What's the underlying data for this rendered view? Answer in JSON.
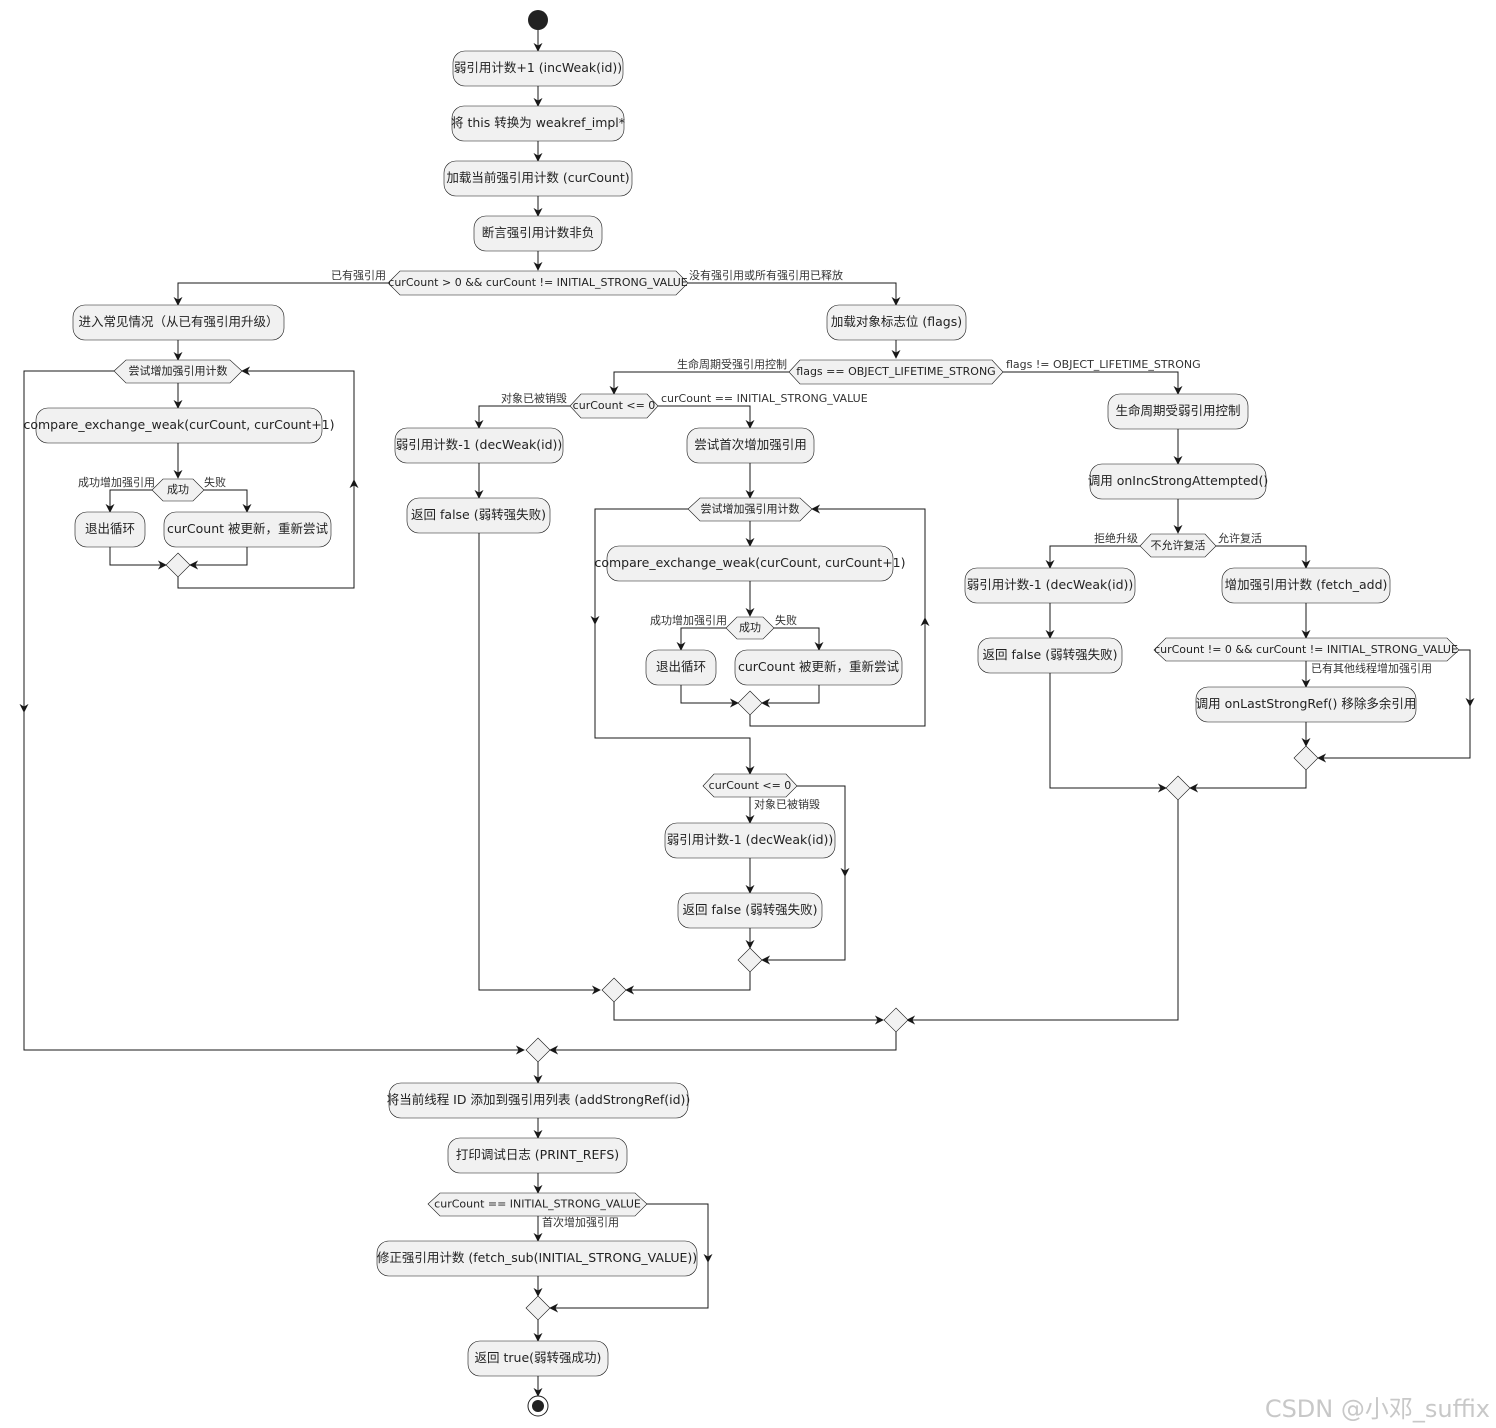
{
  "nodes": {
    "incweak": "弱引用计数+1 (incWeak(id))",
    "cast": "将 this 转换为 weakref_impl*",
    "loadcount": "加载当前强引用计数 (curCount)",
    "assert": "断言强引用计数非负",
    "dec_main": "curCount > 0 && curCount != INITIAL_STRONG_VALUE",
    "lbl_has_strong": "已有强引用",
    "lbl_no_strong": "没有强引用或所有强引用已释放",
    "common_case": "进入常见情况（从已有强引用升级）",
    "loop1": "尝试增加强引用计数",
    "cas1": "compare_exchange_weak(curCount, curCount+1)",
    "dec_ok1": "成功",
    "lbl_ok1": "成功增加强引用",
    "lbl_fail1": "失败",
    "exit1": "退出循环",
    "retry1": "curCount 被更新，重新尝试",
    "loadflags": "加载对象标志位 (flags)",
    "dec_flags": "flags == OBJECT_LIFETIME_STRONG",
    "lbl_lifetime_strong": "生命周期受强引用控制",
    "lbl_lifetime_weak": "flags != OBJECT_LIFETIME_STRONG",
    "dec_le0": "curCount <= 0",
    "lbl_destroyed": "对象已被销毁",
    "lbl_initial": "curCount == INITIAL_STRONG_VALUE",
    "decweak_a": "弱引用计数-1 (decWeak(id))",
    "retfalse_a": "返回 false (弱转强失败)",
    "first_try": "尝试首次增加强引用",
    "loop2": "尝试增加强引用计数",
    "cas2": "compare_exchange_weak(curCount, curCount+1)",
    "dec_ok2": "成功",
    "lbl_ok2": "成功增加强引用",
    "lbl_fail2": "失败",
    "exit2": "退出循环",
    "retry2": "curCount 被更新，重新尝试",
    "dec_le0_b": "curCount <= 0",
    "lbl_destroyed_b": "对象已被销毁",
    "decweak_b": "弱引用计数-1 (decWeak(id))",
    "retfalse_b": "返回 false (弱转强失败)",
    "weak_ctrl": "生命周期受弱引用控制",
    "call_attempt": "调用 onIncStrongAttempted()",
    "dec_allow": "不允许复活",
    "lbl_reject": "拒绝升级",
    "lbl_allow": "允许复活",
    "decweak_c": "弱引用计数-1 (decWeak(id))",
    "retfalse_c": "返回 false (弱转强失败)",
    "fetch_add": "增加强引用计数 (fetch_add)",
    "dec_other": "curCount != 0 && curCount != INITIAL_STRONG_VALUE",
    "lbl_other": "已有其他线程增加强引用",
    "last_ref": "调用 onLastStrongRef() 移除多余引用",
    "add_ref": "将当前线程 ID 添加到强引用列表 (addStrongRef(id))",
    "print_refs": "打印调试日志 (PRINT_REFS)",
    "dec_first": "curCount == INITIAL_STRONG_VALUE",
    "lbl_first": "首次增加强引用",
    "fix_count": "修正强引用计数 (fetch_sub(INITIAL_STRONG_VALUE))",
    "ret_true": "返回 true(弱转强成功)"
  },
  "watermark": "CSDN @小邓_suffix"
}
